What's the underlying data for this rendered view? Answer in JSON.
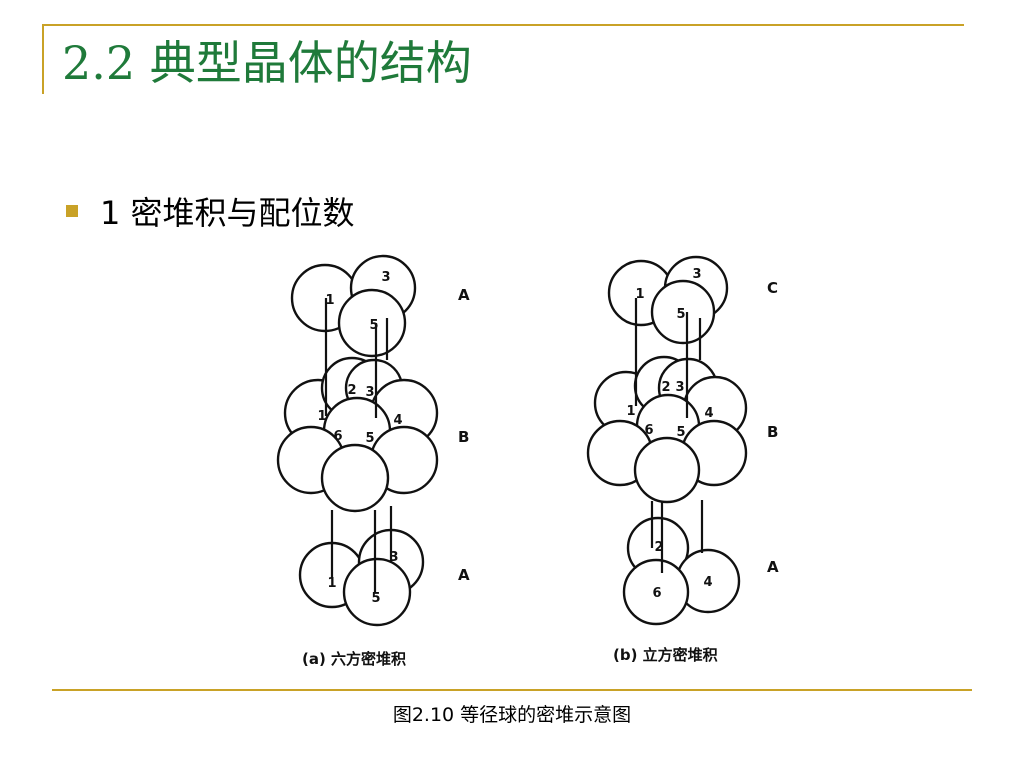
{
  "slide": {
    "title": "2.2 典型晶体的结构",
    "bullet": "1 密堆积与配位数",
    "caption": "图2.10 等径球的密堆示意图"
  },
  "diagram": {
    "left": {
      "sub_caption": "(a) 六方密堆积",
      "layer_labels": [
        "A",
        "B",
        "A"
      ],
      "sphere_numbers": [
        "1",
        "3",
        "5",
        "1",
        "2",
        "3",
        "4",
        "5",
        "6",
        "1",
        "3",
        "5"
      ]
    },
    "right": {
      "sub_caption": "(b) 立方密堆积",
      "layer_labels": [
        "C",
        "B",
        "A"
      ],
      "sphere_numbers": [
        "1",
        "3",
        "5",
        "1",
        "2",
        "3",
        "4",
        "5",
        "6",
        "2",
        "6",
        "4"
      ]
    }
  },
  "colors": {
    "accent_gold": "#c9a227",
    "title_green": "#1f7a3a"
  }
}
